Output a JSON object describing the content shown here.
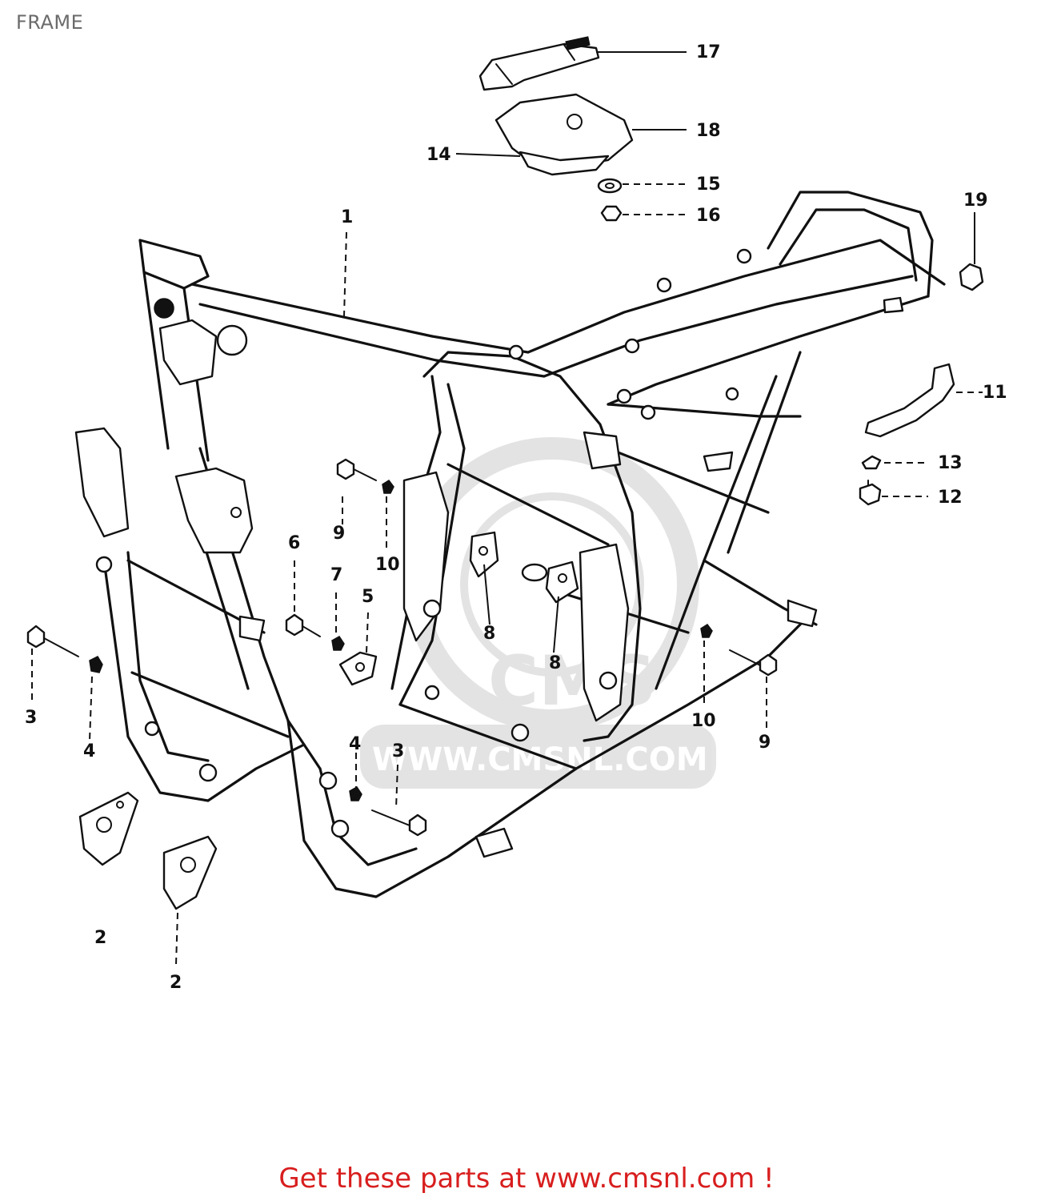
{
  "page": {
    "title": "FRAME",
    "footer_cta": "Get these parts at www.cmsnl.com !"
  },
  "watermark": {
    "logo_text": "CMS",
    "site_text": "WWW.CMSNL.COM"
  },
  "callouts": {
    "c1": "1",
    "c2a": "2",
    "c2b": "2",
    "c3a": "3",
    "c3b": "3",
    "c4a": "4",
    "c4b": "4",
    "c5": "5",
    "c6": "6",
    "c7": "7",
    "c8a": "8",
    "c8b": "8",
    "c9a": "9",
    "c9b": "9",
    "c10a": "10",
    "c10b": "10",
    "c11": "11",
    "c12": "12",
    "c13": "13",
    "c14": "14",
    "c15": "15",
    "c16": "16",
    "c17": "17",
    "c18": "18",
    "c19": "19"
  },
  "colors": {
    "footer_text": "#d81e1e",
    "title_text": "#6b6b6b",
    "line_art": "#111111"
  }
}
